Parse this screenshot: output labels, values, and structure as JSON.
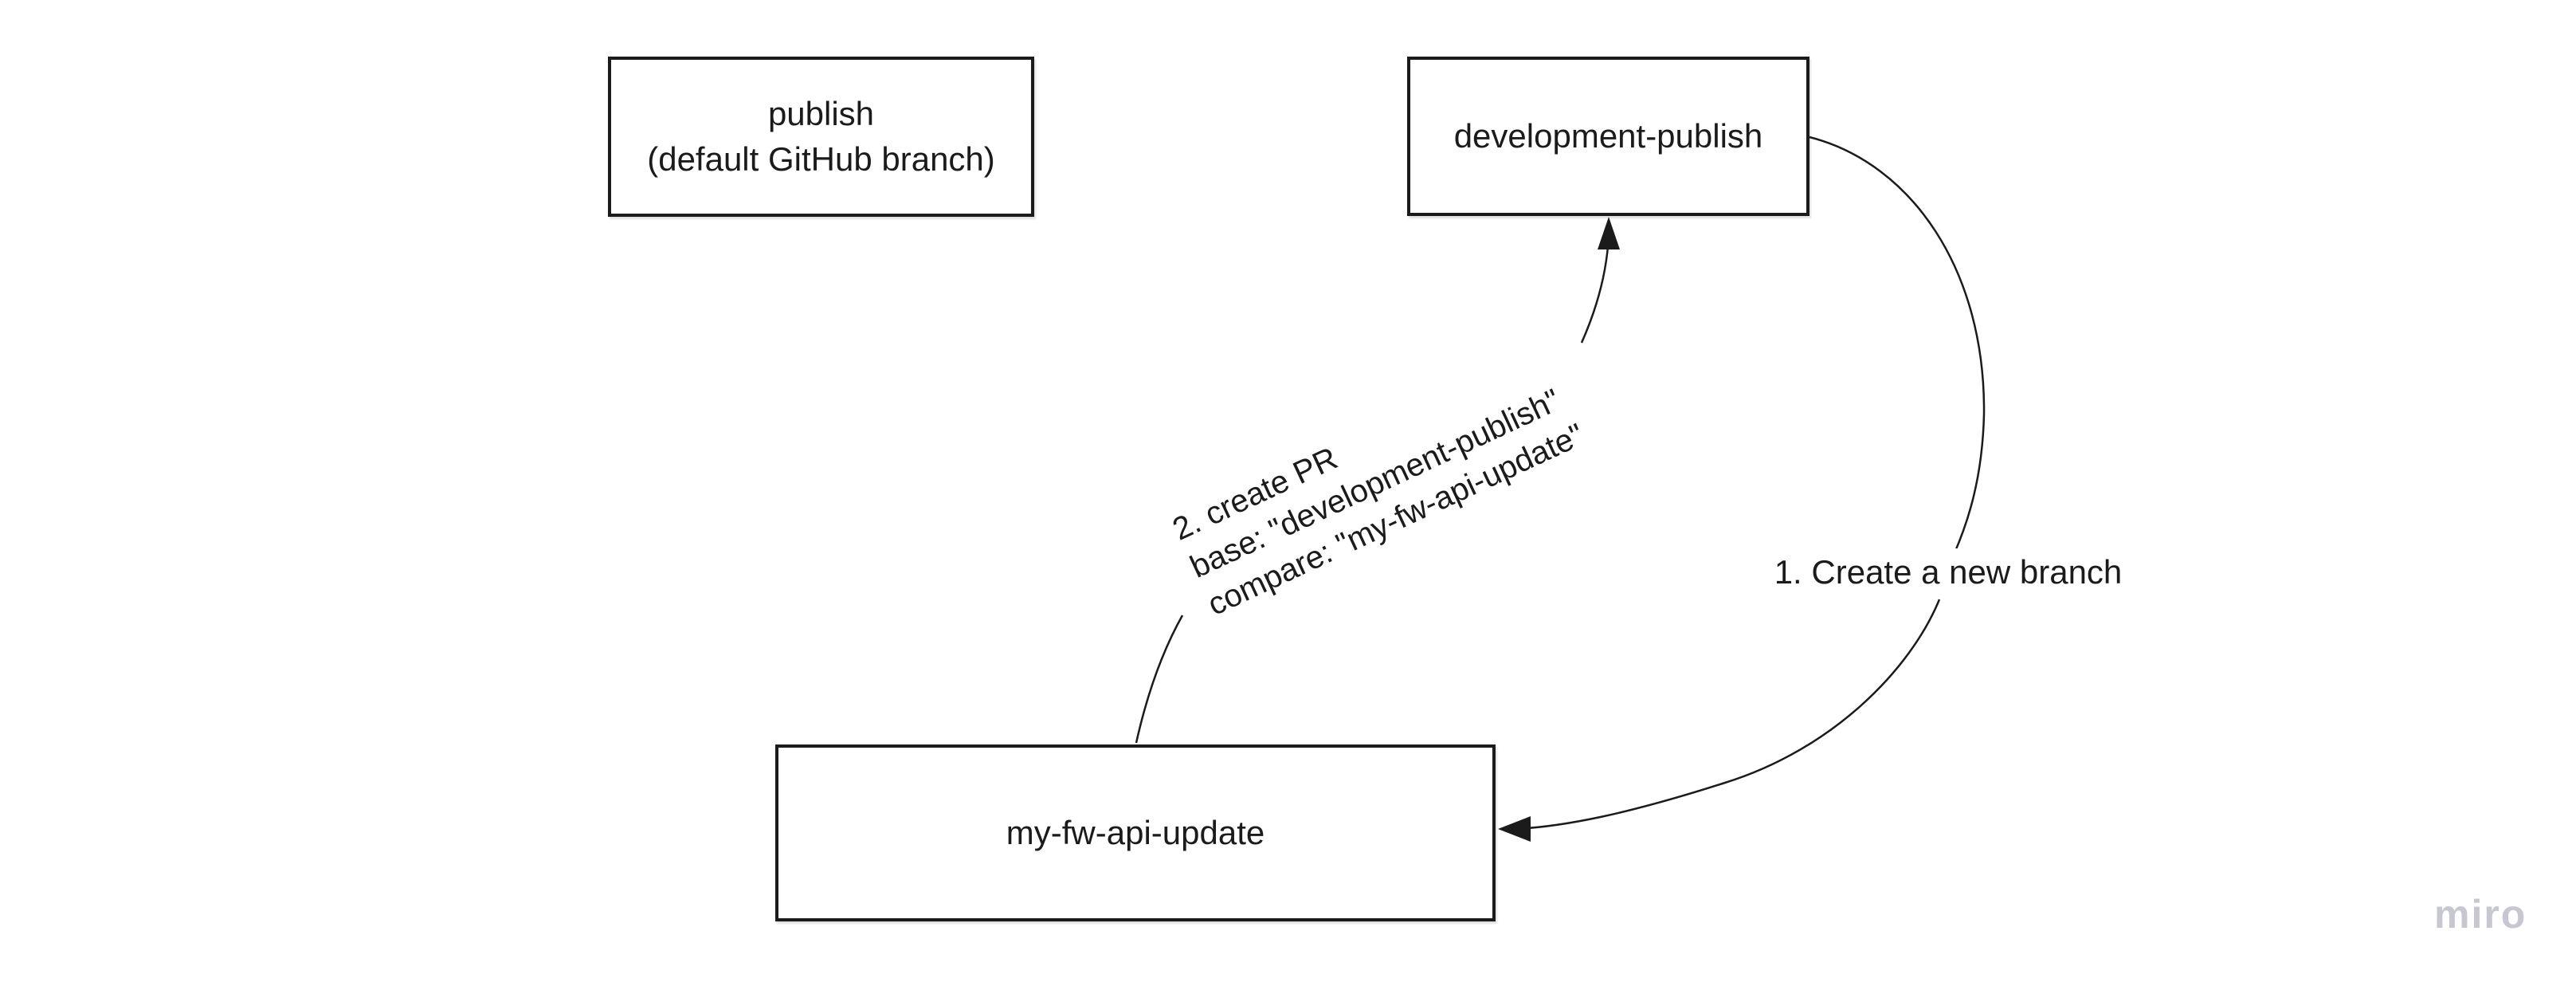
{
  "board": {
    "background_color": "#ffffff",
    "stroke_color": "#1b1b1b",
    "text_color": "#1b1b1b",
    "watermark": {
      "label": "miro",
      "color": "#c7c7d2"
    }
  },
  "nodes": [
    {
      "id": "publish",
      "label": "publish",
      "sublabel": "(default GitHub branch)"
    },
    {
      "id": "development-publish",
      "label": "development-publish"
    },
    {
      "id": "my-fw-api-update",
      "label": "my-fw-api-update"
    }
  ],
  "connectors": [
    {
      "id": "create-branch",
      "from": "development-publish",
      "to": "my-fw-api-update",
      "label": "1. Create a new branch"
    },
    {
      "id": "create-pr",
      "from": "my-fw-api-update",
      "to": "development-publish",
      "label_lines": [
        "2. create PR",
        "base: \"development-publish\"",
        "compare: \"my-fw-api-update\""
      ]
    }
  ]
}
